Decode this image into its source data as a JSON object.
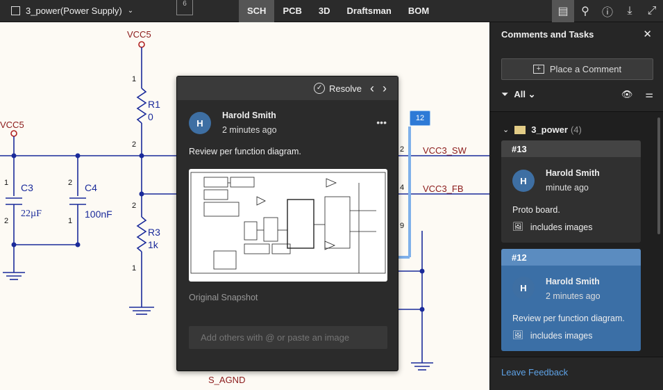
{
  "topbar": {
    "project": "3_power(Power Supply)",
    "tabs": [
      "SCH",
      "PCB",
      "3D",
      "Draftsman",
      "BOM"
    ],
    "active_tab": "SCH",
    "marker_count": "6"
  },
  "schematic": {
    "vcc5_top": "VCC5",
    "vcc5_left": "VCC5",
    "r1": "R1",
    "r1_val": "0",
    "r3": "R3",
    "r3_val": "1k",
    "c3": "C3",
    "c3_val": "22µF",
    "c4": "C4",
    "c4_val": "100nF",
    "net_sw": "VCC3_SW",
    "net_fb": "VCC3_FB",
    "gnd": "S_AGND",
    "pin_1": "1",
    "pin_2": "2",
    "pin_4": "4",
    "pin_9": "9",
    "comment_marker": "12"
  },
  "popup": {
    "resolve": "Resolve",
    "author": "Harold Smith",
    "avatar": "H",
    "time": "2 minutes ago",
    "text": "Review per function diagram.",
    "snapshot_label": "Original Snapshot",
    "input_placeholder": "Add others with @ or paste an image"
  },
  "panel": {
    "title": "Comments and Tasks",
    "place_comment": "Place a Comment",
    "filter": "All",
    "group": "3_power",
    "group_count": "(4)",
    "comments": [
      {
        "id": "#13",
        "author": "Harold Smith",
        "avatar": "H",
        "time": "minute ago",
        "text": "Proto board.",
        "images": "includes images"
      },
      {
        "id": "#12",
        "author": "Harold Smith",
        "avatar": "H",
        "time": "2 minutes ago",
        "text": "Review per function diagram.",
        "images": "includes images"
      }
    ],
    "feedback": "Leave Feedback"
  },
  "colors": {
    "accent": "#3b6fa6",
    "wire": "#1a2a9a",
    "net_label": "#8b1a1a"
  }
}
